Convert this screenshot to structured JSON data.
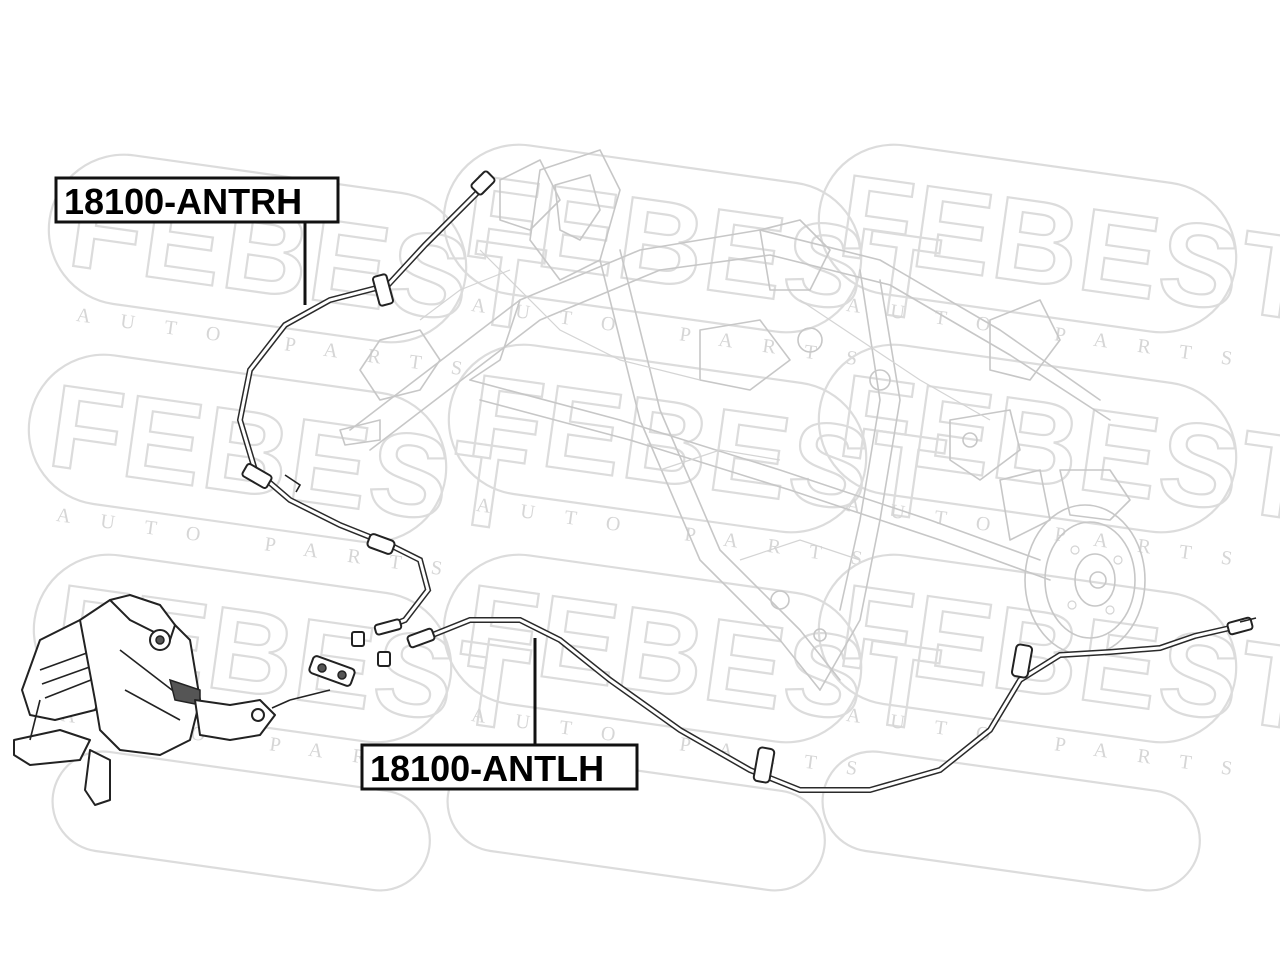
{
  "watermark": {
    "brand": "FEBEST",
    "tagline": "AUTO PARTS"
  },
  "labels": {
    "right_cable": "18100-ANTRH",
    "left_cable": "18100-ANTLH"
  }
}
